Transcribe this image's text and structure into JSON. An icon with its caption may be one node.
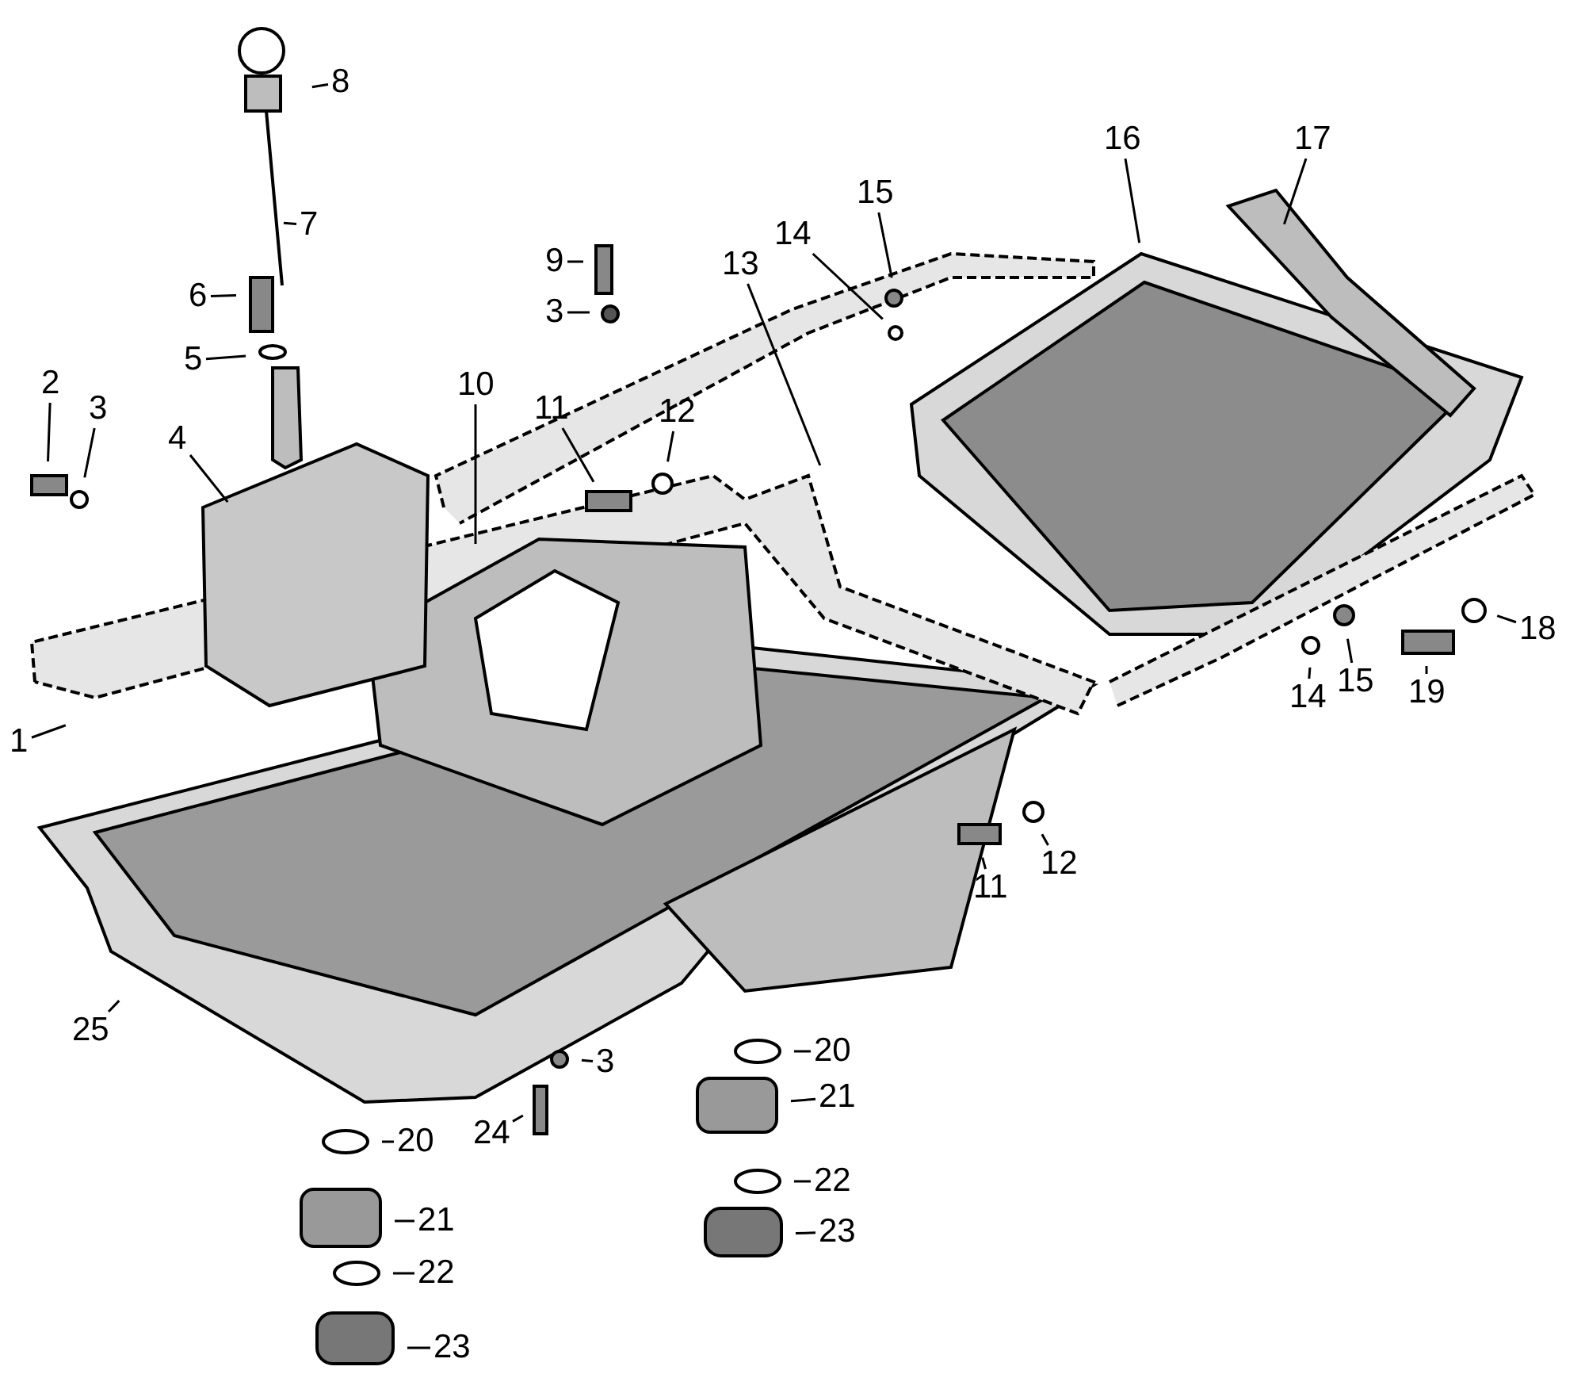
{
  "diagram": {
    "nodes": [
      {
        "text": [
          "8"
        ]
      },
      {
        "text": [
          "7"
        ]
      },
      {
        "text": [
          "6"
        ]
      },
      {
        "text": [
          "15"
        ]
      },
      {
        "text": [
          "16"
        ]
      },
      {
        "text": [
          "17"
        ]
      },
      {
        "text": [
          "9"
        ]
      },
      {
        "text": [
          "14"
        ]
      },
      {
        "text": [
          "13"
        ]
      },
      {
        "text": [
          "3"
        ]
      },
      {
        "text": [
          "5"
        ]
      },
      {
        "text": [
          "2"
        ]
      },
      {
        "text": [
          "3"
        ]
      },
      {
        "text": [
          "10"
        ]
      },
      {
        "text": [
          "11"
        ]
      },
      {
        "text": [
          "12"
        ]
      },
      {
        "text": [
          "4"
        ]
      },
      {
        "text": [
          "1"
        ]
      },
      {
        "text": [
          "18"
        ]
      },
      {
        "text": [
          "19"
        ]
      },
      {
        "text": [
          "14"
        ]
      },
      {
        "text": [
          "15"
        ]
      },
      {
        "text": [
          "11"
        ]
      },
      {
        "text": [
          "12"
        ]
      },
      {
        "text": [
          "25"
        ]
      },
      {
        "text": [
          "3"
        ]
      },
      {
        "text": [
          "20"
        ]
      },
      {
        "text": [
          "21"
        ]
      },
      {
        "text": [
          "24"
        ]
      },
      {
        "text": [
          "20"
        ]
      },
      {
        "text": [
          "22"
        ]
      },
      {
        "text": [
          "21"
        ]
      },
      {
        "text": [
          "23"
        ]
      },
      {
        "text": [
          "22"
        ]
      },
      {
        "text": [
          "23"
        ]
      }
    ],
    "edges": [
      {
        "from": 0,
        "to": null,
        "arrow": "none"
      },
      {
        "from": 1,
        "to": null,
        "arrow": "none"
      },
      {
        "from": 2,
        "to": null,
        "arrow": "none"
      },
      {
        "from": 3,
        "to": null,
        "arrow": "none"
      },
      {
        "from": 4,
        "to": null,
        "arrow": "none"
      },
      {
        "from": 5,
        "to": null,
        "arrow": "none"
      },
      {
        "from": 6,
        "to": null,
        "arrow": "none"
      },
      {
        "from": 7,
        "to": null,
        "arrow": "none"
      },
      {
        "from": 8,
        "to": null,
        "arrow": "none"
      },
      {
        "from": 9,
        "to": null,
        "arrow": "none"
      },
      {
        "from": 10,
        "to": null,
        "arrow": "none"
      },
      {
        "from": 11,
        "to": null,
        "arrow": "none"
      },
      {
        "from": 12,
        "to": null,
        "arrow": "none"
      },
      {
        "from": 13,
        "to": null,
        "arrow": "none"
      },
      {
        "from": 14,
        "to": null,
        "arrow": "none"
      },
      {
        "from": 15,
        "to": null,
        "arrow": "none"
      },
      {
        "from": 16,
        "to": null,
        "arrow": "none"
      },
      {
        "from": 17,
        "to": null,
        "arrow": "none"
      },
      {
        "from": 18,
        "to": null,
        "arrow": "none"
      },
      {
        "from": 19,
        "to": null,
        "arrow": "none"
      },
      {
        "from": 20,
        "to": null,
        "arrow": "none"
      },
      {
        "from": 21,
        "to": null,
        "arrow": "none"
      },
      {
        "from": 22,
        "to": null,
        "arrow": "none"
      },
      {
        "from": 23,
        "to": null,
        "arrow": "none"
      },
      {
        "from": 24,
        "to": null,
        "arrow": "none"
      },
      {
        "from": 25,
        "to": null,
        "arrow": "none"
      },
      {
        "from": 26,
        "to": null,
        "arrow": "none"
      },
      {
        "from": 27,
        "to": null,
        "arrow": "none"
      },
      {
        "from": 28,
        "to": null,
        "arrow": "none"
      },
      {
        "from": 29,
        "to": null,
        "arrow": "none"
      },
      {
        "from": 30,
        "to": null,
        "arrow": "none"
      },
      {
        "from": 31,
        "to": null,
        "arrow": "none"
      },
      {
        "from": 32,
        "to": null,
        "arrow": "none"
      },
      {
        "from": 33,
        "to": null,
        "arrow": "none"
      },
      {
        "from": 34,
        "to": null,
        "arrow": "none"
      }
    ]
  }
}
